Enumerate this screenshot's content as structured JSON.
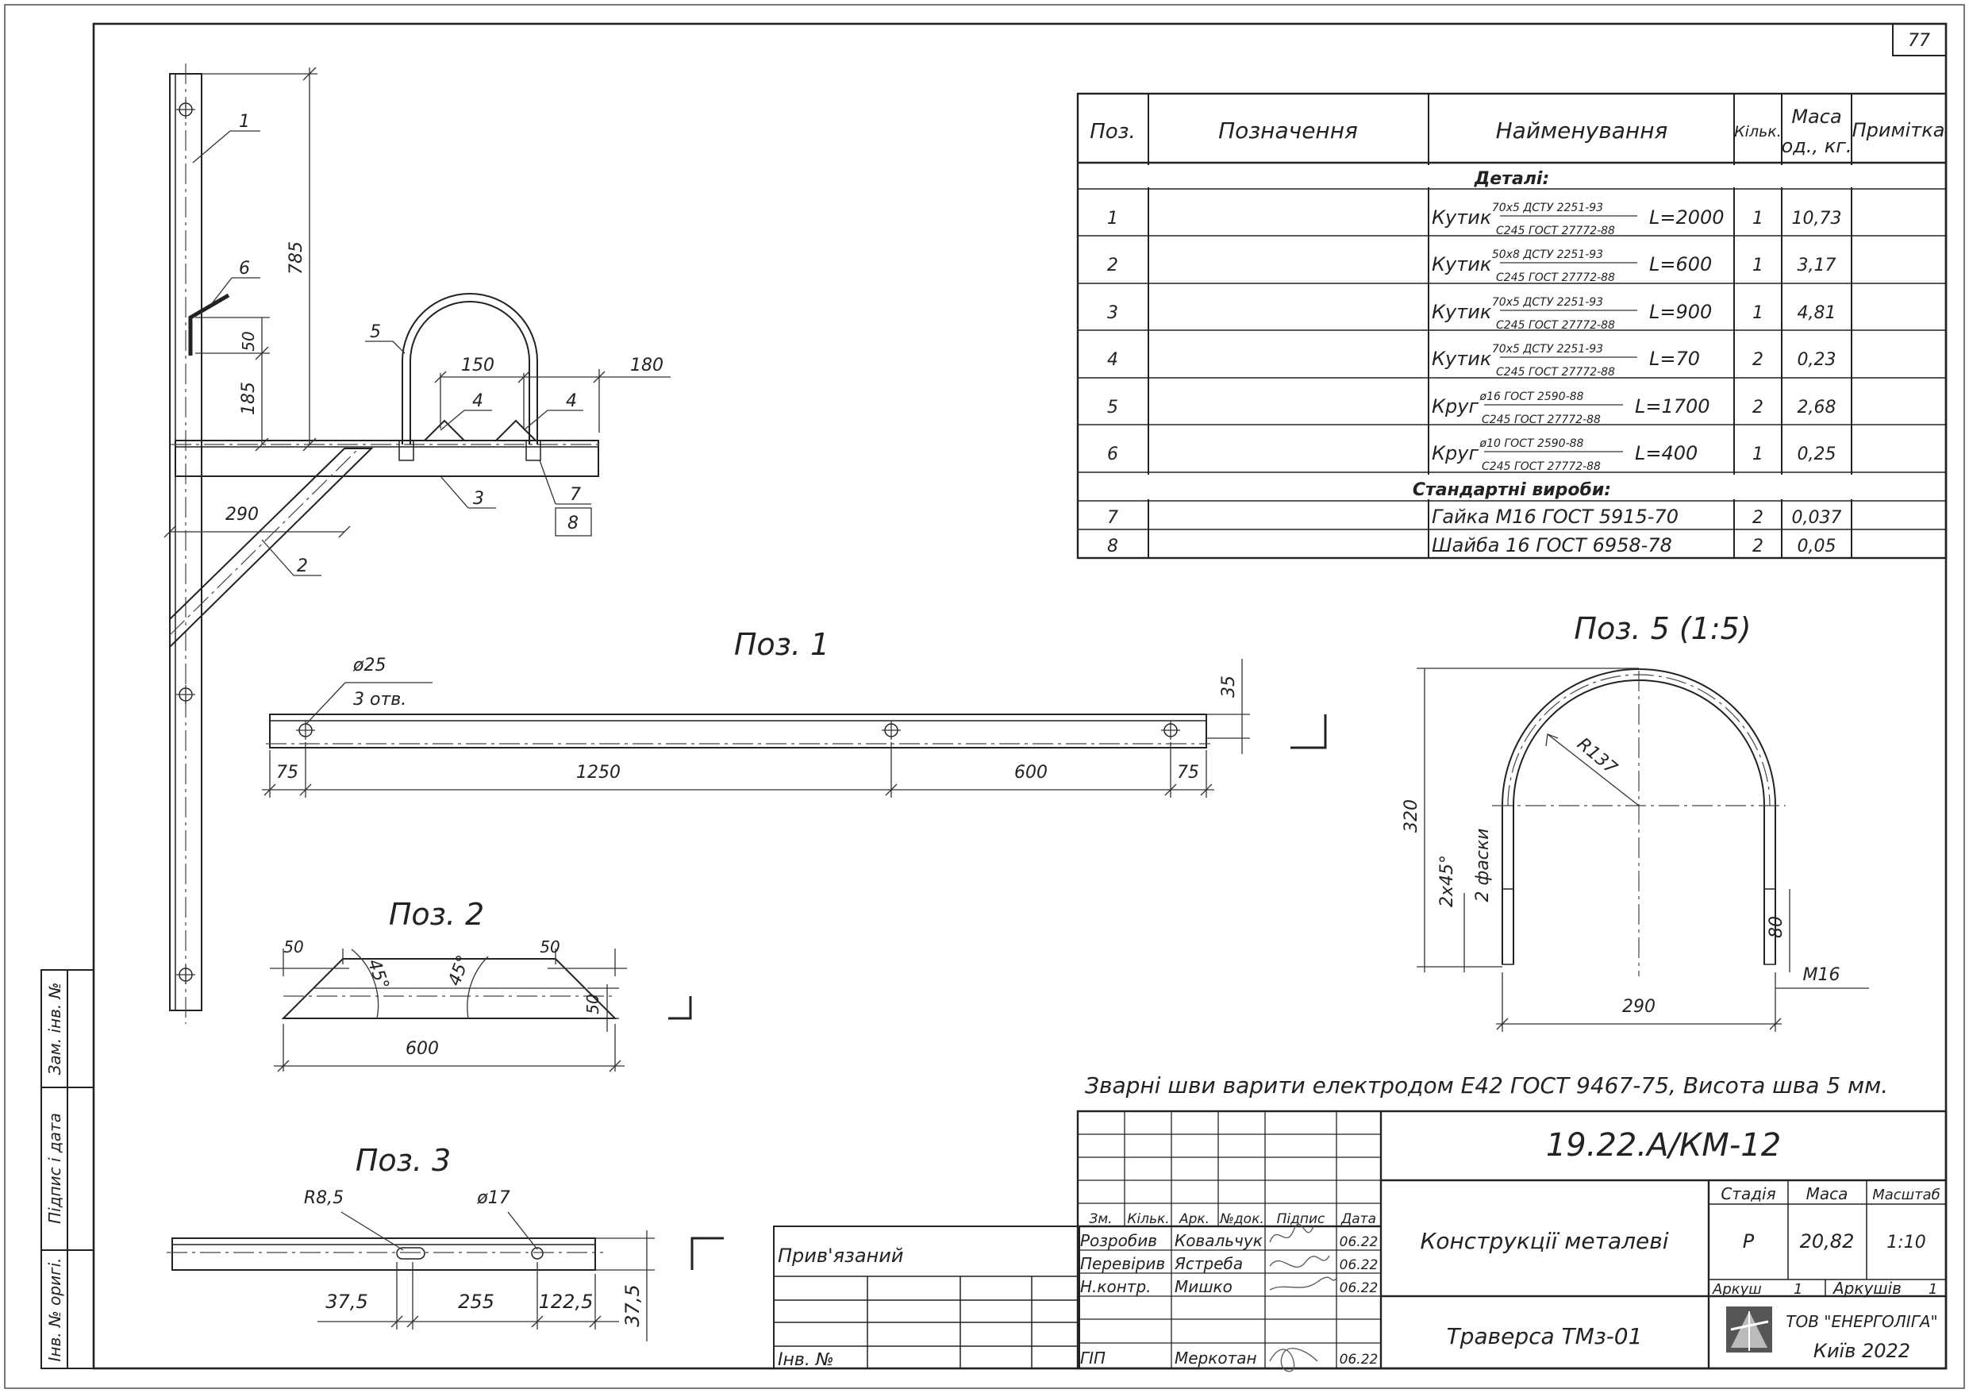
{
  "sheet": {
    "number": "77"
  },
  "assembly": {
    "callouts": [
      "1",
      "2",
      "3",
      "4",
      "4",
      "5",
      "6",
      "7",
      "8"
    ],
    "dims": {
      "d785": "785",
      "d185": "185",
      "d50": "50",
      "d150": "150",
      "d180": "180",
      "d290": "290"
    }
  },
  "spec": {
    "headers": {
      "pos": "Поз.",
      "designation": "Позначення",
      "name": "Найменування",
      "qty": "Кільк.",
      "mass": "Маса од., кг.",
      "note": "Примітка"
    },
    "section_details": "Деталі:",
    "section_std": "Стандартні вироби:",
    "rows": [
      {
        "pos": "1",
        "name": "Кутик",
        "top": "70x5 ДСТУ 2251-93",
        "bottom": "С245 ГОСТ 27772-88",
        "len": "L=2000",
        "qty": "1",
        "mass": "10,73"
      },
      {
        "pos": "2",
        "name": "Кутик",
        "top": "50x8 ДСТУ 2251-93",
        "bottom": "С245 ГОСТ 27772-88",
        "len": "L=600",
        "qty": "1",
        "mass": "3,17"
      },
      {
        "pos": "3",
        "name": "Кутик",
        "top": "70x5 ДСТУ 2251-93",
        "bottom": "С245 ГОСТ 27772-88",
        "len": "L=900",
        "qty": "1",
        "mass": "4,81"
      },
      {
        "pos": "4",
        "name": "Кутик",
        "top": "70x5 ДСТУ 2251-93",
        "bottom": "С245 ГОСТ 27772-88",
        "len": "L=70",
        "qty": "2",
        "mass": "0,23"
      },
      {
        "pos": "5",
        "name": "Круг",
        "top": "ø16 ГОСТ 2590-88",
        "bottom": "С245 ГОСТ 27772-88",
        "len": "L=1700",
        "qty": "2",
        "mass": "2,68"
      },
      {
        "pos": "6",
        "name": "Круг",
        "top": "ø10 ГОСТ 2590-88",
        "bottom": "С245 ГОСТ 27772-88",
        "len": "L=400",
        "qty": "1",
        "mass": "0,25"
      }
    ],
    "std_rows": [
      {
        "pos": "7",
        "name": "Гайка М16 ГОСТ 5915-70",
        "qty": "2",
        "mass": "0,037"
      },
      {
        "pos": "8",
        "name": "Шайба 16 ГОСТ 6958-78",
        "qty": "2",
        "mass": "0,05"
      }
    ]
  },
  "pos1": {
    "title": "Поз. 1",
    "hole_label": "ø25",
    "holes_note": "3 отв.",
    "d35": "35",
    "d75a": "75",
    "d1250": "1250",
    "d600": "600",
    "d75b": "75"
  },
  "pos2": {
    "title": "Поз. 2",
    "d50a": "50",
    "d50b": "50",
    "d50c": "50",
    "angle1": "45°",
    "angle2": "45°",
    "d600": "600"
  },
  "pos3": {
    "title": "Поз. 3",
    "slot": "R8,5",
    "hole": "ø17",
    "d37_5a": "37,5",
    "d255": "255",
    "d122_5": "122,5",
    "d37_5b": "37,5"
  },
  "pos5": {
    "title": "Поз. 5 (1:5)",
    "radius": "R137",
    "d320": "320",
    "chamfer1": "2х45°",
    "chamfer2": "2 фаски",
    "d80": "80",
    "thread": "M16",
    "d290": "290"
  },
  "weld_note": "Зварні шви варити електродом Е42 ГОСТ 9467-75, Висота шва 5 мм.",
  "side_stamp": {
    "zam": "Зам. інв. №",
    "pidpys": "Підпис і дата",
    "inv": "Інв. № оригі."
  },
  "title_block": {
    "linked": "Прив'язаний",
    "inv_no": "Інв. №",
    "code": "19.22.А/КМ-12",
    "name1": "Конструкції металеві",
    "name2": "Траверса ТМз-01",
    "hdr": {
      "zm": "Зм.",
      "kilk": "Кільк.",
      "ark": "Арк.",
      "ndok": "№док.",
      "pidpys": "Підпис",
      "data": "Дата"
    },
    "people": [
      {
        "role": "Розробив",
        "name": "Ковальчук",
        "date": "06.22"
      },
      {
        "role": "Перевірив",
        "name": "Ястреба",
        "date": "06.22"
      },
      {
        "role": "Н.контр.",
        "name": "Мишко",
        "date": "06.22"
      },
      {
        "role": "ГІП",
        "name": "Меркотан",
        "date": "06.22"
      }
    ],
    "stage_label": "Стадія",
    "mass_label": "Маса",
    "scale_label": "Масштаб",
    "stage": "Р",
    "mass": "20,82",
    "scale": "1:10",
    "sheet_label": "Аркуш",
    "sheet": "1",
    "sheets_label": "Аркушів",
    "sheets": "1",
    "company": "ТОВ \"ЕНЕРГОЛІГА\"",
    "city": "Київ 2022"
  }
}
